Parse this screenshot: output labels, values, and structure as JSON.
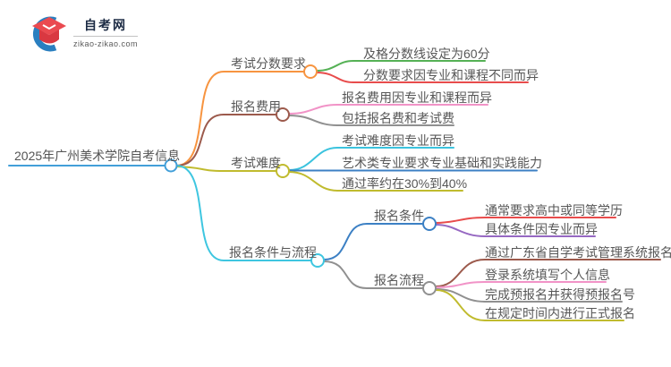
{
  "logo": {
    "site_name": "自考网",
    "site_url": "zikao-zikao.com",
    "crescent_color": "#2a7fc0",
    "cap_top_color": "#ea4a50",
    "cap_front_color": "#d93841"
  },
  "mindmap": {
    "root": {
      "label": "2025年广州美术学院自考信息",
      "color": "#429fd9"
    },
    "branches": [
      {
        "label": "考试分数要求",
        "color": "#f79440",
        "children": [
          {
            "label": "及格分数线设定为60分",
            "color": "#55b155"
          },
          {
            "label": "分数要求因专业和课程不同而异",
            "color": "#e84c4c"
          }
        ]
      },
      {
        "label": "报名费用",
        "color": "#9c5a4c",
        "children": [
          {
            "label": "报名费用因专业和课程而异",
            "color": "#f193c7"
          },
          {
            "label": "包括报名费和考试费",
            "color": "#909090"
          }
        ]
      },
      {
        "label": "考试难度",
        "color": "#c0bb2e",
        "children": [
          {
            "label": "考试难度因专业而异",
            "color": "#3bc3de"
          },
          {
            "label": "艺术类专业要求专业基础和实践能力",
            "color": "#3c80c4"
          },
          {
            "label": "通过率约在30%到40%",
            "color": "#c0bb2e"
          }
        ]
      },
      {
        "label": "报名条件与流程",
        "color": "#3ec6e0",
        "children": [
          {
            "label": "报名条件",
            "color": "#3c80c4",
            "children": [
              {
                "label": "通常要求高中或同等学历",
                "color": "#e84c4c"
              },
              {
                "label": "具体条件因专业而异",
                "color": "#9668c2"
              }
            ]
          },
          {
            "label": "报名流程",
            "color": "#909090",
            "children": [
              {
                "label": "通过广东省自学考试管理系统报名",
                "color": "#9c5a4c"
              },
              {
                "label": "登录系统填写个人信息",
                "color": "#f193c7"
              },
              {
                "label": "完成预报名并获得预报名号",
                "color": "#909090"
              },
              {
                "label": "在规定时间内进行正式报名",
                "color": "#c0bb2e"
              }
            ]
          }
        ]
      }
    ]
  }
}
